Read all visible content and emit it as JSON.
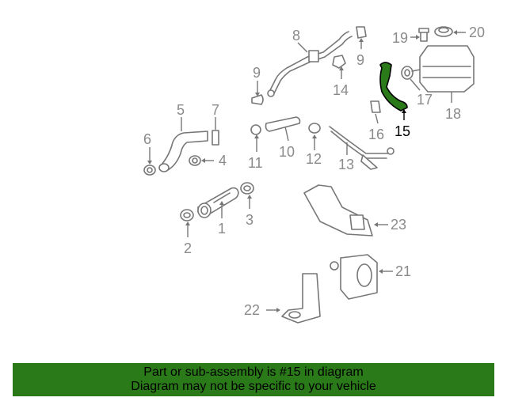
{
  "diagram": {
    "highlight_color": "#2a7a1a",
    "callouts": [
      {
        "id": "c1",
        "label": "1"
      },
      {
        "id": "c2",
        "label": "2"
      },
      {
        "id": "c3",
        "label": "3"
      },
      {
        "id": "c4",
        "label": "4"
      },
      {
        "id": "c5",
        "label": "5"
      },
      {
        "id": "c6",
        "label": "6"
      },
      {
        "id": "c7",
        "label": "7"
      },
      {
        "id": "c8",
        "label": "8"
      },
      {
        "id": "c9a",
        "label": "9"
      },
      {
        "id": "c9b",
        "label": "9"
      },
      {
        "id": "c10",
        "label": "10"
      },
      {
        "id": "c11",
        "label": "11"
      },
      {
        "id": "c12",
        "label": "12"
      },
      {
        "id": "c13",
        "label": "13"
      },
      {
        "id": "c14",
        "label": "14"
      },
      {
        "id": "c15",
        "label": "15",
        "highlighted": true
      },
      {
        "id": "c16",
        "label": "16"
      },
      {
        "id": "c17",
        "label": "17"
      },
      {
        "id": "c18",
        "label": "18"
      },
      {
        "id": "c19",
        "label": "19"
      },
      {
        "id": "c20",
        "label": "20"
      },
      {
        "id": "c21",
        "label": "21"
      },
      {
        "id": "c22",
        "label": "22"
      },
      {
        "id": "c23",
        "label": "23"
      }
    ]
  },
  "banner": {
    "line1": "Part or sub-assembly is #15 in diagram",
    "line2": "Diagram may not be specific to your vehicle",
    "background": "#2a7a1a"
  }
}
